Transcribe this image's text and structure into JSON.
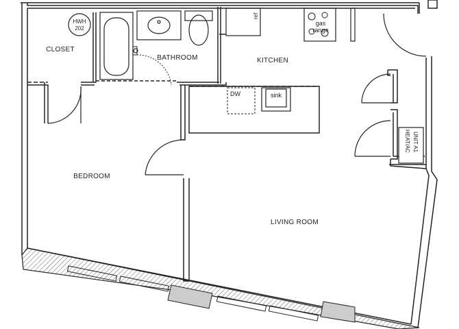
{
  "plan": {
    "rooms": {
      "closet": "CLOSET",
      "bathroom": "BATHROOM",
      "kitchen": "KITCHEN",
      "bedroom": "BEDROOM",
      "living_room": "LIVING ROOM"
    },
    "fixtures": {
      "hwh_line1": "HWH",
      "hwh_line2": "202",
      "dishwasher": "DW",
      "sink": "sink",
      "range_line1": "gas",
      "range_line2": "range",
      "fridge": "ref",
      "heat_line1": "HEAT/AC",
      "heat_line2": "UNIT A1"
    }
  }
}
